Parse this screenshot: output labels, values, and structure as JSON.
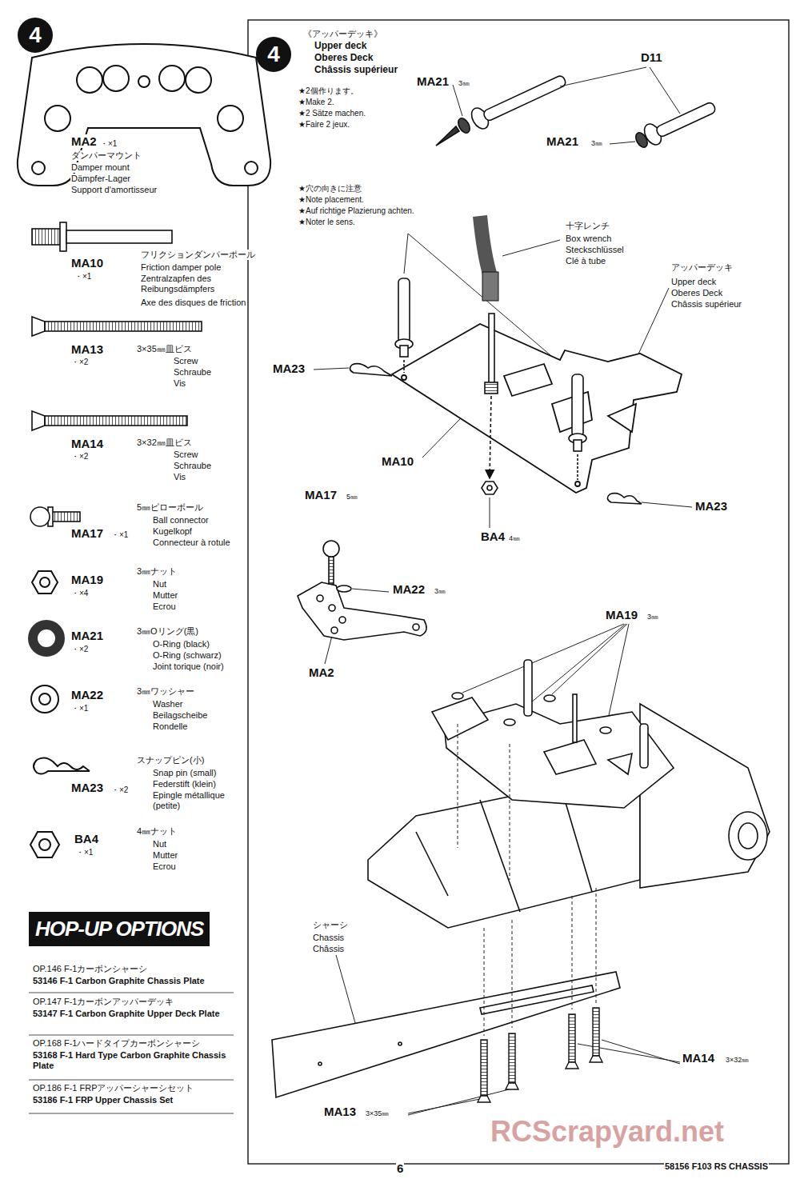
{
  "diagram": {
    "nodes": [
      {
        "text": [
          "4"
        ]
      },
      {
        "text": [
          "4"
        ]
      },
      {
        "text": [
          "HOP-UP OPTIONS"
        ]
      }
    ],
    "labels": [
      "MA2",
      "・×1",
      "ダンパーマウント",
      "Damper mount",
      "Dämpfer-Lager",
      "Support d'amortisseur",
      "MA10",
      "・×1",
      "フリクションダンパーポール",
      "Friction damper pole",
      "Zentralzapfen des Reibungsdämpfers",
      "Axe des disques de friction",
      "MA13",
      "・×2",
      "3×35㎜皿ビス",
      "Screw",
      "Schraube",
      "Vis",
      "MA14",
      "・×2",
      "3×32㎜皿ビス",
      "Screw",
      "Schraube",
      "Vis",
      "5㎜ピローボール",
      "Ball connector",
      "Kugelkopf",
      "Connecteur à rotule",
      "MA17",
      "・×1",
      "3㎜ナット",
      "Nut",
      "Mutter",
      "Ecrou",
      "MA19",
      "・×4",
      "3㎜Oリング(黒)",
      "O-Ring (black)",
      "O-Ring (schwarz)",
      "Joint torique (noir)",
      "MA21",
      "・×2",
      "3㎜ワッシャー",
      "Washer",
      "Beilagscheibe",
      "Rondelle",
      "MA22",
      "・×1",
      "スナップピン(小)",
      "Snap pin (small)",
      "Federstift (klein)",
      "Epingle métallique (petite)",
      "MA23",
      "・×2",
      "4㎜ナット",
      "Nut",
      "Mutter",
      "Ecrou",
      "BA4",
      "・×1",
      "OP.146 F-1カーボンシャーシ",
      "53146 F-1 Carbon Graphite Chassis Plate",
      "OP.147 F-1カーボンアッパーデッキ",
      "53147 F-1 Carbon Graphite Upper Deck Plate",
      "OP.168 F-1ハードタイプカーボンシャーシ",
      "53168 F-1 Hard Type Carbon Graphite Chassis Plate",
      "OP.186 F-1 FRPアッパーシャーシセット",
      "53186 F-1 FRP Upper Chassis Set",
      "《アッパーデッキ》",
      "Upper deck",
      "Oberes Deck",
      "Châssis supérieur",
      "★2個作ります。",
      "★Make 2.",
      "★2 Sätze machen.",
      "★Faire 2 jeux.",
      "MA21",
      "3㎜",
      "D11",
      "MA21",
      "3㎜",
      "★穴の向きに注意",
      "★Note placement.",
      "★Auf richtige Plazierung achten.",
      "★Noter le sens.",
      "十字レンチ",
      "Box wrench",
      "Steckschlüssel",
      "Clé à tube",
      "アッパーデッキ",
      "Upper deck",
      "Oberes Deck",
      "Châssis supérieur",
      "MA23",
      "MA10",
      "MA23",
      "BA4",
      "4㎜",
      "MA17",
      "5㎜",
      "MA22",
      "3㎜",
      "MA2",
      "MA19",
      "3㎜",
      "シャーシ",
      "Chassis",
      "Châssis",
      "MA14",
      "3×32㎜",
      "MA13",
      "3×35㎜",
      "6",
      "58156 F103 RS CHASSIS",
      "RCScrapyard.net"
    ]
  }
}
